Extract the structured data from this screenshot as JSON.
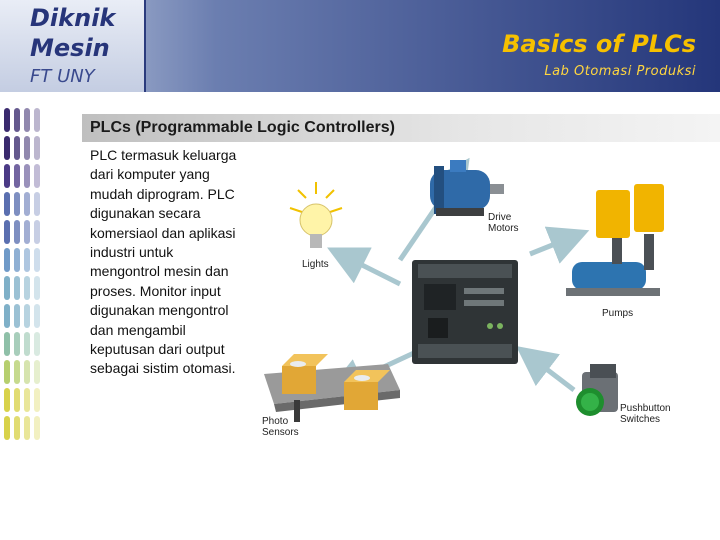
{
  "header": {
    "logo_line1": "Diknik",
    "logo_line2": "Mesin",
    "logo_line3": "FT UNY",
    "title": "Basics of PLCs",
    "subtitle": "Lab Otomasi Produksi"
  },
  "slide": {
    "title": "PLCs (Programmable Logic Controllers)",
    "body": "PLC termasuk keluarga dari komputer yang mudah diprogram. PLC digunakan secara komersiaol dan aplikasi industri untuk mengontrol mesin dan proses. Monitor input digunakan mengontrol dan mengambil keputusan dari output sebagai sistim otomasi."
  },
  "diagram": {
    "labels": {
      "drive_motors_1": "Drive",
      "drive_motors_2": "Motors",
      "lights": "Lights",
      "pumps": "Pumps",
      "photo_sensors_1": "Photo",
      "photo_sensors_2": "Sensors",
      "pushbutton_1": "Pushbutton",
      "pushbutton_2": "Switches"
    }
  },
  "colors": {
    "header_dark": "#24367a",
    "brand_yellow": "#f6c000",
    "arrow": "#a9c7cf",
    "plc_body": "#2f3436"
  }
}
